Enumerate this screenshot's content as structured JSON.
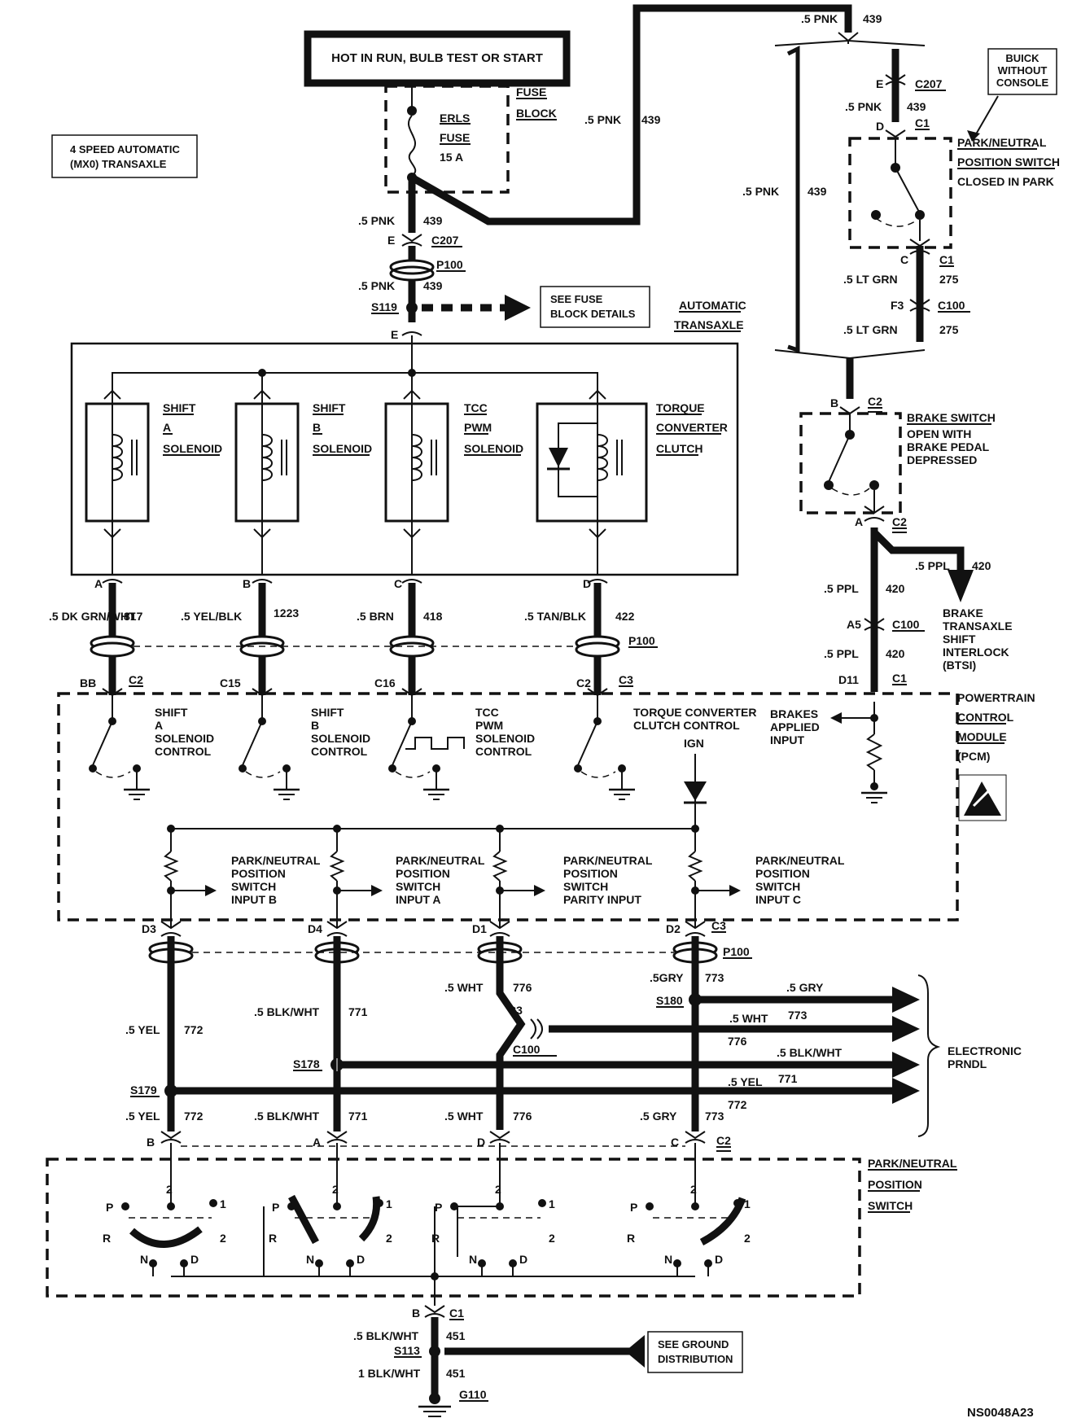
{
  "diagram": {
    "power_label": "HOT IN RUN, BULB TEST OR START",
    "title_box": [
      "4 SPEED AUTOMATIC",
      "(MX0) TRANSAXLE"
    ],
    "fuse_block": [
      "FUSE",
      "BLOCK"
    ],
    "fuse": [
      "ERLS",
      "FUSE",
      "15 A"
    ],
    "figure_id": "NS0048A23",
    "wires": {
      "pnk_439": ".5 PNK",
      "num_439": "439",
      "dk_grn_wht": ".5 DK GRN/WHT",
      "num_817": "817",
      "yel_blk": ".5 YEL/BLK",
      "num_1223": "1223",
      "brn": ".5 BRN",
      "num_418": "418",
      "tan_blk": ".5 TAN/BLK",
      "num_422": "422",
      "lt_grn": ".5 LT GRN",
      "num_275": "275",
      "ppl": ".5 PPL",
      "num_420": "420",
      "yel": ".5 YEL",
      "num_772": "772",
      "blk_wht": ".5 BLK/WHT",
      "num_771": "771",
      "wht": ".5 WHT",
      "num_776": "776",
      "gry_a": ".5GRY",
      "gry_b": ".5 GRY",
      "num_773": "773",
      "blk_wht_1": "1 BLK/WHT",
      "num_451": "451"
    },
    "connectors": {
      "c207": "C207",
      "p100": "P100",
      "c100": "C100",
      "c1": "C1",
      "c2": "C2",
      "c3": "C3",
      "pin_e": "E",
      "pin_d": "D",
      "pin_c": "C",
      "pin_b": "B",
      "pin_a": "A",
      "pin_f3": "F3",
      "pin_a5": "A5",
      "pin_d11": "D11",
      "pin_bb": "BB",
      "pin_c15": "C15",
      "pin_c16": "C16",
      "pin_c2": "C2",
      "pin_d3": "D3",
      "pin_d4": "D4",
      "pin_d1": "D1",
      "pin_d2": "D2",
      "pin_2": "2",
      "g110": "G110"
    },
    "splices": {
      "s119": "S119",
      "s180": "S180",
      "s178": "S178",
      "s179": "S179",
      "s113": "S113"
    },
    "refs": {
      "fuse_details": [
        "SEE FUSE",
        "BLOCK DETAILS"
      ],
      "ground_dist": [
        "SEE GROUND",
        "DISTRIBUTION"
      ],
      "buick": [
        "BUICK",
        "WITHOUT",
        "CONSOLE"
      ]
    },
    "transaxle_label": [
      "AUTOMATIC",
      "TRANSAXLE"
    ],
    "solenoids": {
      "shift_a": [
        "SHIFT",
        "A",
        "SOLENOID"
      ],
      "shift_b": [
        "SHIFT",
        "B",
        "SOLENOID"
      ],
      "tcc_pwm": [
        "TCC",
        "PWM",
        "SOLENOID"
      ],
      "tcc": [
        "TORQUE",
        "CONVERTER",
        "CLUTCH"
      ]
    },
    "pnp_switch_top": [
      "PARK/NEUTRAL",
      "POSITION SWITCH",
      "CLOSED IN PARK"
    ],
    "brake_switch": [
      "BRAKE SWITCH",
      "OPEN WITH",
      "BRAKE PEDAL",
      "DEPRESSED"
    ],
    "btsi": [
      "BRAKE",
      "TRANSAXLE",
      "SHIFT",
      "INTERLOCK",
      "(BTSI)"
    ],
    "pcm": {
      "name": [
        "POWERTRAIN",
        "CONTROL",
        "MODULE",
        "(PCM)"
      ],
      "shift_a_ctrl": [
        "SHIFT",
        "A",
        "SOLENOID",
        "CONTROL"
      ],
      "shift_b_ctrl": [
        "SHIFT",
        "B",
        "SOLENOID",
        "CONTROL"
      ],
      "tcc_pwm_ctrl": [
        "TCC",
        "PWM",
        "SOLENOID",
        "CONTROL"
      ],
      "tcc_ctrl": [
        "TORQUE CONVERTER",
        "CLUTCH CONTROL"
      ],
      "ign": "IGN",
      "brakes_applied": [
        "BRAKES",
        "APPLIED",
        "INPUT"
      ],
      "pnp_b": [
        "PARK/NEUTRAL",
        "POSITION",
        "SWITCH",
        "INPUT B"
      ],
      "pnp_a": [
        "PARK/NEUTRAL",
        "POSITION",
        "SWITCH",
        "INPUT A"
      ],
      "pnp_parity": [
        "PARK/NEUTRAL",
        "POSITION",
        "SWITCH",
        "PARITY INPUT"
      ],
      "pnp_c": [
        "PARK/NEUTRAL",
        "POSITION",
        "SWITCH",
        "INPUT C"
      ]
    },
    "electronic_prndl": [
      "ELECTRONIC",
      "PRNDL"
    ],
    "pnp_switch_bottom": [
      "PARK/NEUTRAL",
      "POSITION",
      "SWITCH"
    ],
    "gear_letters": {
      "p": "P",
      "r": "R",
      "n": "N",
      "d": "D",
      "one": "1",
      "two": "2"
    }
  }
}
